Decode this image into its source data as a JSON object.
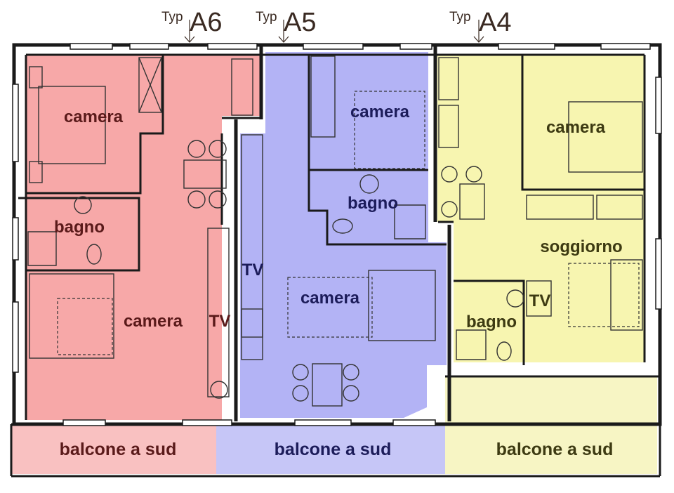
{
  "units": [
    {
      "type_small": "Typ",
      "type_big": "A6",
      "color": "#f7a8a8",
      "label_color": "#5a1a1a",
      "rooms": {
        "camera_1": "camera",
        "bagno": "bagno",
        "camera_2": "camera",
        "tv": "TV"
      },
      "balcony": "balcone a sud",
      "balcony_color": "#f9c1c1"
    },
    {
      "type_small": "Typ",
      "type_big": "A5",
      "color": "#b3b3f5",
      "label_color": "#1c1c5a",
      "rooms": {
        "camera_1": "camera",
        "bagno": "bagno",
        "camera_2": "camera",
        "tv": "TV"
      },
      "balcony": "balcone a sud",
      "balcony_color": "#c6c6f7"
    },
    {
      "type_small": "Typ",
      "type_big": "A4",
      "color": "#f7f5b0",
      "label_color": "#3d3a12",
      "rooms": {
        "camera": "camera",
        "soggiorno": "soggiorno",
        "bagno": "bagno",
        "tv": "TV"
      },
      "balcony": "balcone a sud",
      "balcony_color": "#f7f5c4"
    }
  ]
}
